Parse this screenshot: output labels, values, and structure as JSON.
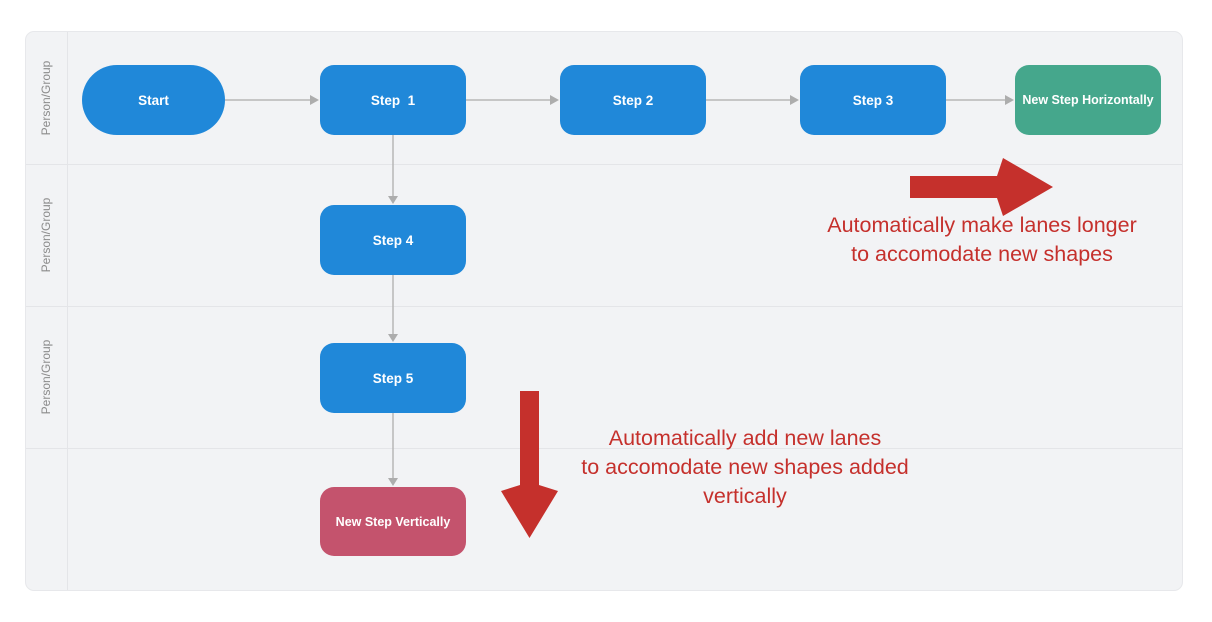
{
  "lanes": [
    {
      "label": "Person/Group"
    },
    {
      "label": "Person/Group"
    },
    {
      "label": "Person/Group"
    },
    {
      "label": ""
    }
  ],
  "nodes": {
    "start": {
      "label": "Start",
      "shape": "terminator",
      "color": "#2088D9"
    },
    "step1": {
      "label": "Step  1",
      "shape": "process",
      "color": "#2088D9"
    },
    "step2": {
      "label": "Step 2",
      "shape": "process",
      "color": "#2088D9"
    },
    "step3": {
      "label": "Step 3",
      "shape": "process",
      "color": "#2088D9"
    },
    "new_step_horizontally": {
      "label": "New Step Horizontally",
      "shape": "process",
      "color": "#45A78C"
    },
    "step4": {
      "label": "Step 4",
      "shape": "process",
      "color": "#2088D9"
    },
    "step5": {
      "label": "Step 5",
      "shape": "process",
      "color": "#2088D9"
    },
    "new_step_vertically": {
      "label": "New Step Vertically",
      "shape": "process",
      "color": "#C4536D"
    }
  },
  "connectors": [
    {
      "from": "start",
      "to": "step1",
      "direction": "right"
    },
    {
      "from": "step1",
      "to": "step2",
      "direction": "right"
    },
    {
      "from": "step2",
      "to": "step3",
      "direction": "right"
    },
    {
      "from": "step3",
      "to": "new_step_horizontally",
      "direction": "right"
    },
    {
      "from": "step1",
      "to": "step4",
      "direction": "down"
    },
    {
      "from": "step4",
      "to": "step5",
      "direction": "down"
    },
    {
      "from": "step5",
      "to": "new_step_vertically",
      "direction": "down"
    }
  ],
  "annotations": {
    "horizontal": {
      "line1": "Automatically make lanes longer",
      "line2": "to accomodate new shapes",
      "arrow_direction": "right",
      "color": "#C5302C"
    },
    "vertical": {
      "line1": "Automatically add new lanes",
      "line2": "to accomodate new shapes added",
      "line3": "vertically",
      "arrow_direction": "down",
      "color": "#C5302C"
    }
  },
  "colors": {
    "node_blue": "#2088D9",
    "node_green": "#45A78C",
    "node_rose": "#C4536D",
    "annotation_red": "#C5302C",
    "connector_gray": "#B7B7B7",
    "lane_background": "#F2F3F5",
    "lane_border": "#E4E5E8",
    "lane_label_gray": "#8B8B8B"
  }
}
